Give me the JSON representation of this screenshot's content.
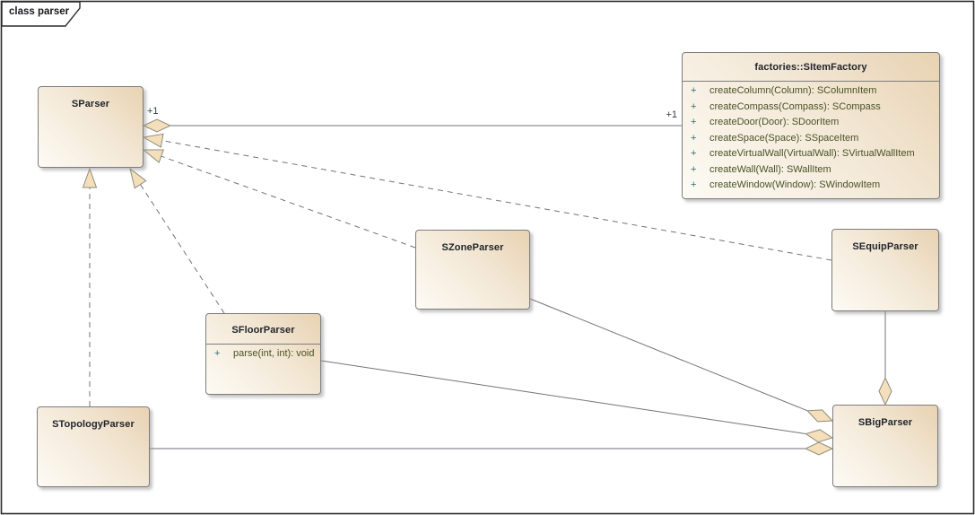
{
  "frame": {
    "label": "class parser"
  },
  "classes": {
    "sparser": {
      "name": "SParser"
    },
    "sitemfactory": {
      "name": "factories::SItemFactory",
      "methods": [
        {
          "visibility": "+",
          "signature": "createColumn(Column): SColumnItem"
        },
        {
          "visibility": "+",
          "signature": "createCompass(Compass): SCompass"
        },
        {
          "visibility": "+",
          "signature": "createDoor(Door): SDoorItem"
        },
        {
          "visibility": "+",
          "signature": "createSpace(Space): SSpaceItem"
        },
        {
          "visibility": "+",
          "signature": "createVirtualWall(VirtualWall): SVirtualWallItem"
        },
        {
          "visibility": "+",
          "signature": "createWall(Wall): SWallItem"
        },
        {
          "visibility": "+",
          "signature": "createWindow(Window): SWindowItem"
        }
      ]
    },
    "szoneparser": {
      "name": "SZoneParser"
    },
    "sfloorparser": {
      "name": "SFloorParser",
      "methods": [
        {
          "visibility": "+",
          "signature": "parse(int, int): void"
        }
      ]
    },
    "stopologyparser": {
      "name": "STopologyParser"
    },
    "sequipparser": {
      "name": "SEquipParser"
    },
    "sbigparser": {
      "name": "SBigParser"
    }
  },
  "relationships": {
    "sparser_sitemfactory": {
      "type": "aggregation",
      "from": "factories::SItemFactory",
      "to": "SParser",
      "from_multiplicity": "+1",
      "to_multiplicity": "+1"
    },
    "sequip_realizes_sparser": {
      "type": "realization",
      "from": "SEquipParser",
      "to": "SParser"
    },
    "szone_realizes_sparser": {
      "type": "realization",
      "from": "SZoneParser",
      "to": "SParser"
    },
    "stopology_realizes_sparser": {
      "type": "realization",
      "from": "STopologyParser",
      "to": "SParser"
    },
    "sfloor_realizes_sparser": {
      "type": "realization",
      "from": "SFloorParser",
      "to": "SParser"
    },
    "szone_part_of_sbig": {
      "type": "aggregation",
      "from": "SZoneParser",
      "to": "SBigParser"
    },
    "sfloor_part_of_sbig": {
      "type": "aggregation",
      "from": "SFloorParser",
      "to": "SBigParser"
    },
    "stopology_part_of_sbig": {
      "type": "aggregation",
      "from": "STopologyParser",
      "to": "SBigParser"
    },
    "sequip_part_of_sbig": {
      "type": "aggregation",
      "from": "SEquipParser",
      "to": "SBigParser"
    }
  },
  "colors": {
    "box_fill_light": "#fdfbf5",
    "box_fill_dark": "#e8d2b2",
    "box_border": "#7d7d7d",
    "connector": "#73737b",
    "arrow_fill": "#f4dfba",
    "method_text": "#4a5127",
    "title_text": "#21252b"
  }
}
